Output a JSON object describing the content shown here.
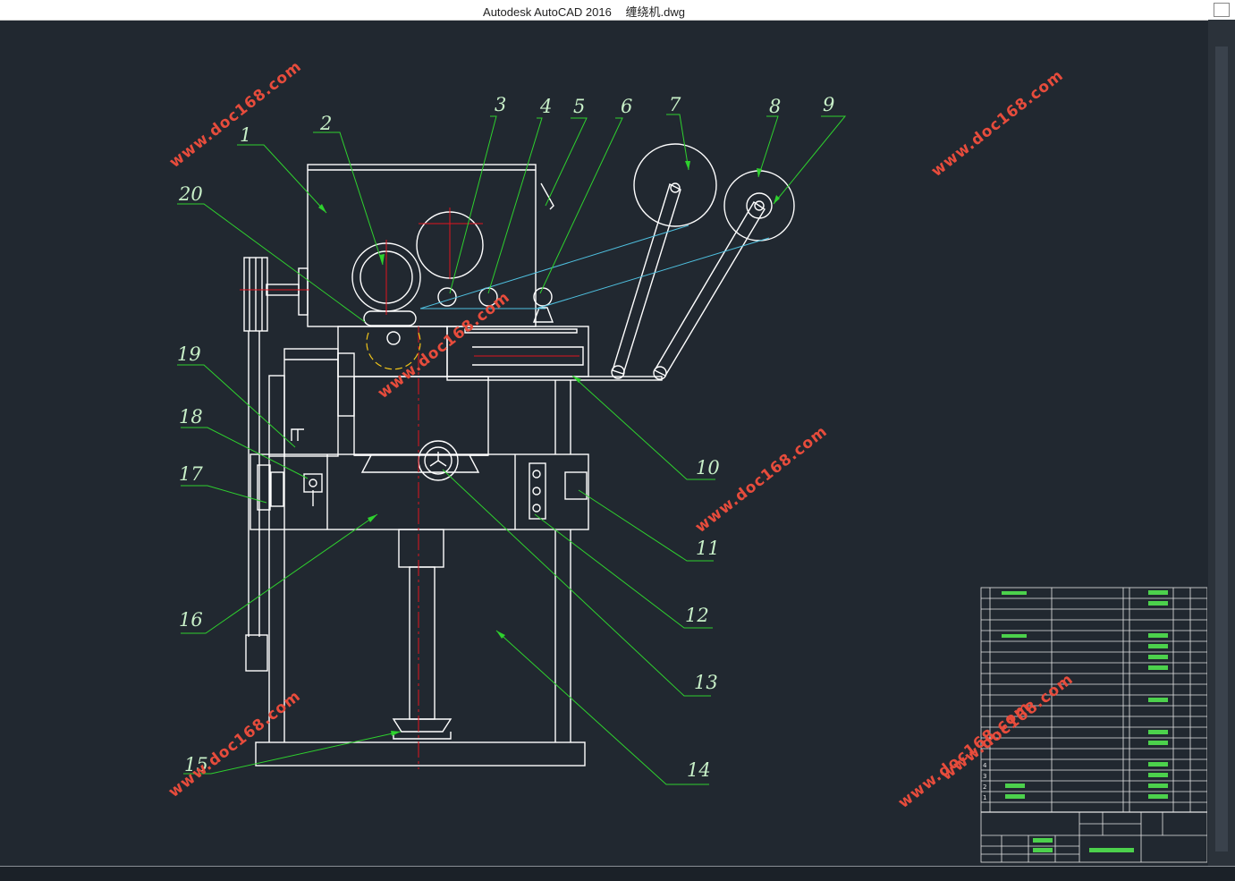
{
  "window": {
    "app_title": "Autodesk AutoCAD 2016",
    "file_name": "缠绕机.dwg"
  },
  "watermarks": [
    {
      "id": "w1",
      "text": "www.doc168.com"
    },
    {
      "id": "w2",
      "text": "www.doc168.com"
    },
    {
      "id": "w3",
      "text": "www.doc168.com"
    },
    {
      "id": "w4",
      "text": "www.doc168.com"
    },
    {
      "id": "w5",
      "text": "www.doc168.com"
    },
    {
      "id": "w6",
      "text": "www.doc168.com"
    },
    {
      "id": "w7",
      "text": "www.doc168.com"
    }
  ],
  "part_numbers": [
    "1",
    "2",
    "3",
    "4",
    "5",
    "6",
    "7",
    "8",
    "9",
    "10",
    "11",
    "12",
    "13",
    "14",
    "15",
    "16",
    "17",
    "18",
    "19",
    "20"
  ],
  "bom_row_indices": [
    "4",
    "3",
    "2",
    "1"
  ],
  "colors": {
    "background": "#212830",
    "line": "#ffffff",
    "leader": "#2ed12e",
    "center_line": "#e0141e",
    "tape": "#4fc1e0",
    "phantom": "#f0c419",
    "watermark": "#e74c3c"
  }
}
